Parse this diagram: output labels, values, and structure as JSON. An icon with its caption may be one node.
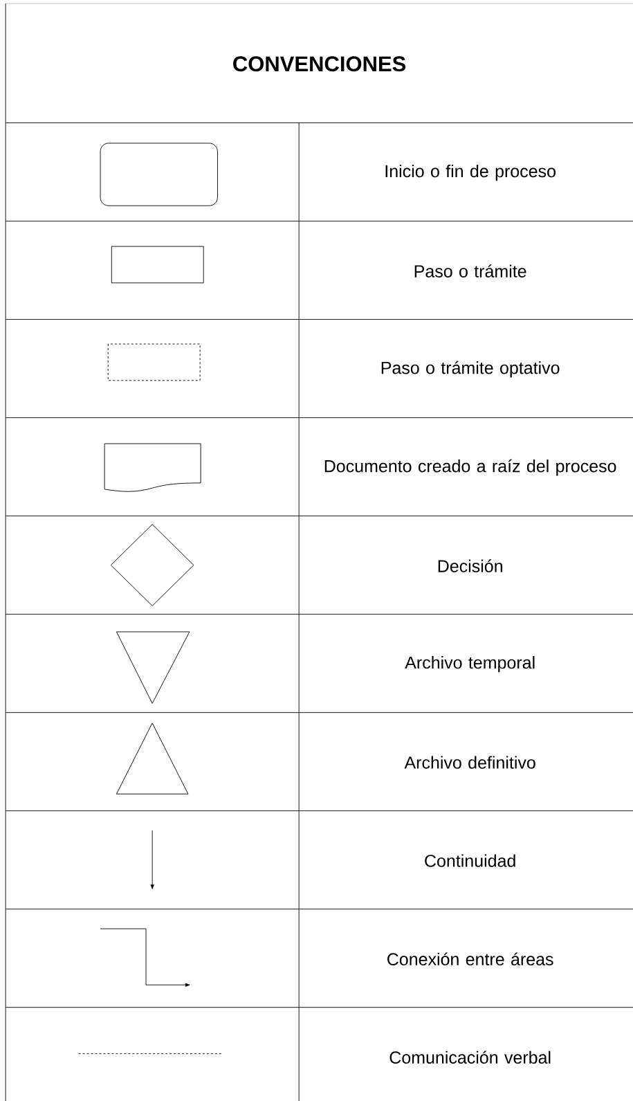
{
  "diagram": {
    "title": "CONVENCIONES",
    "legend": [
      {
        "text": "Inicio o fin de proceso"
      },
      {
        "text": "Paso o trámite"
      },
      {
        "text": "Paso o trámite optativo"
      },
      {
        "text": "Documento creado a raíz del proceso"
      },
      {
        "text": "Decisión"
      },
      {
        "text": "Archivo temporal"
      },
      {
        "text": "Archivo definitivo"
      },
      {
        "text": "Continuidad"
      },
      {
        "text": "Conexión entre áreas"
      },
      {
        "text": "Comunicación verbal"
      }
    ]
  }
}
